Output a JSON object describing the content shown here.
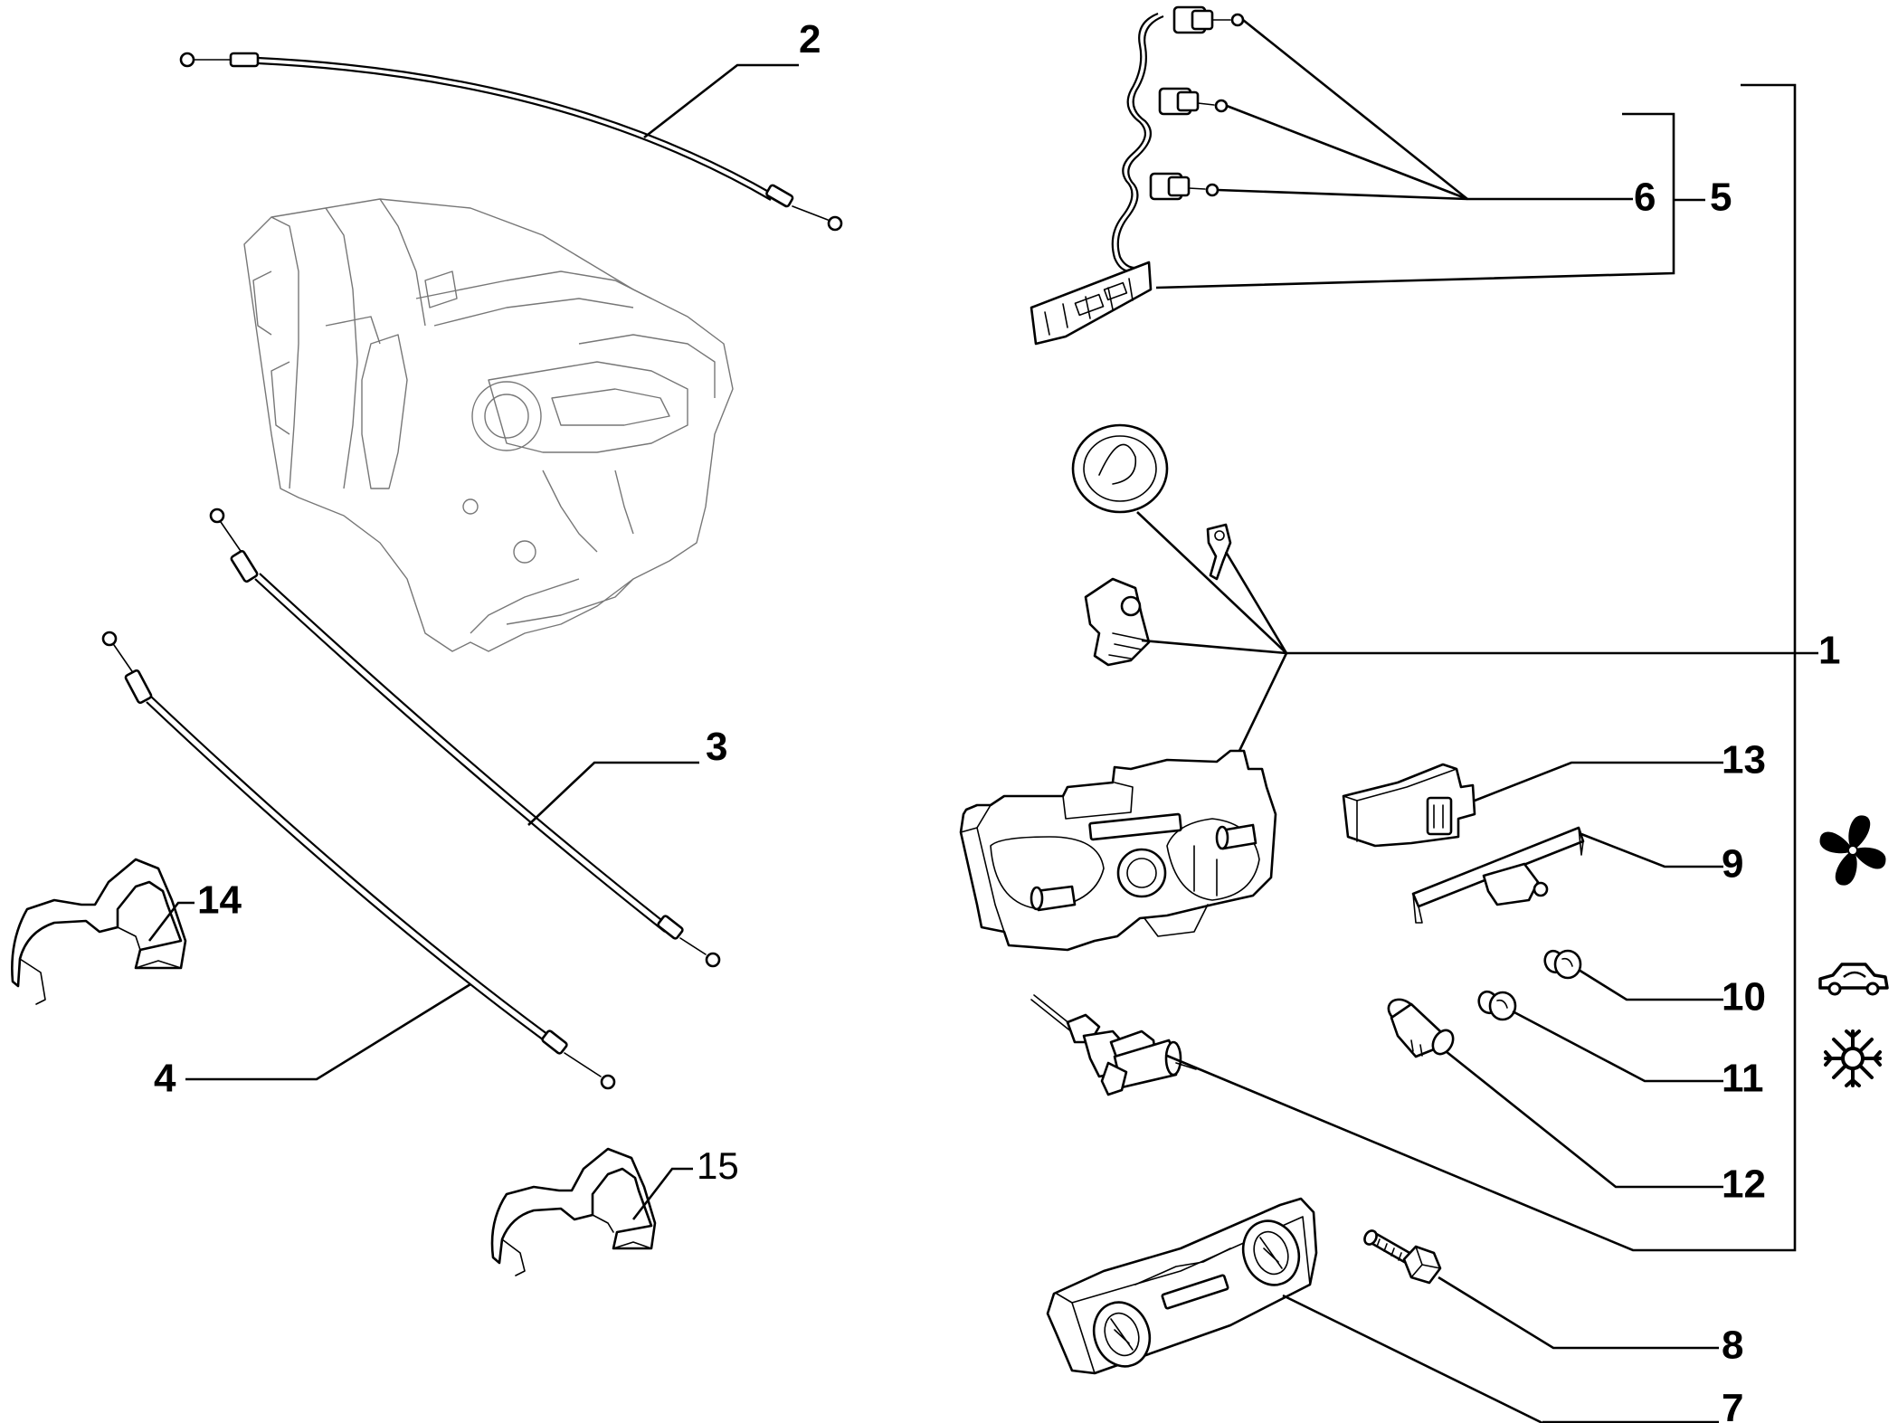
{
  "diagram": {
    "callouts": [
      {
        "id": "c1",
        "text": "1"
      },
      {
        "id": "c2",
        "text": "2"
      },
      {
        "id": "c3",
        "text": "3"
      },
      {
        "id": "c4",
        "text": "4"
      },
      {
        "id": "c5",
        "text": "5"
      },
      {
        "id": "c6",
        "text": "6"
      },
      {
        "id": "c7",
        "text": "7"
      },
      {
        "id": "c8",
        "text": "8"
      },
      {
        "id": "c9",
        "text": "9"
      },
      {
        "id": "c10",
        "text": "10"
      },
      {
        "id": "c11",
        "text": "11"
      },
      {
        "id": "c12",
        "text": "12"
      },
      {
        "id": "c13",
        "text": "13"
      },
      {
        "id": "c14",
        "text": "14"
      },
      {
        "id": "c15",
        "text": "15"
      }
    ],
    "symbols": [
      {
        "name": "fan-icon"
      },
      {
        "name": "car-recirculation-icon"
      },
      {
        "name": "snowflake-icon"
      }
    ]
  }
}
